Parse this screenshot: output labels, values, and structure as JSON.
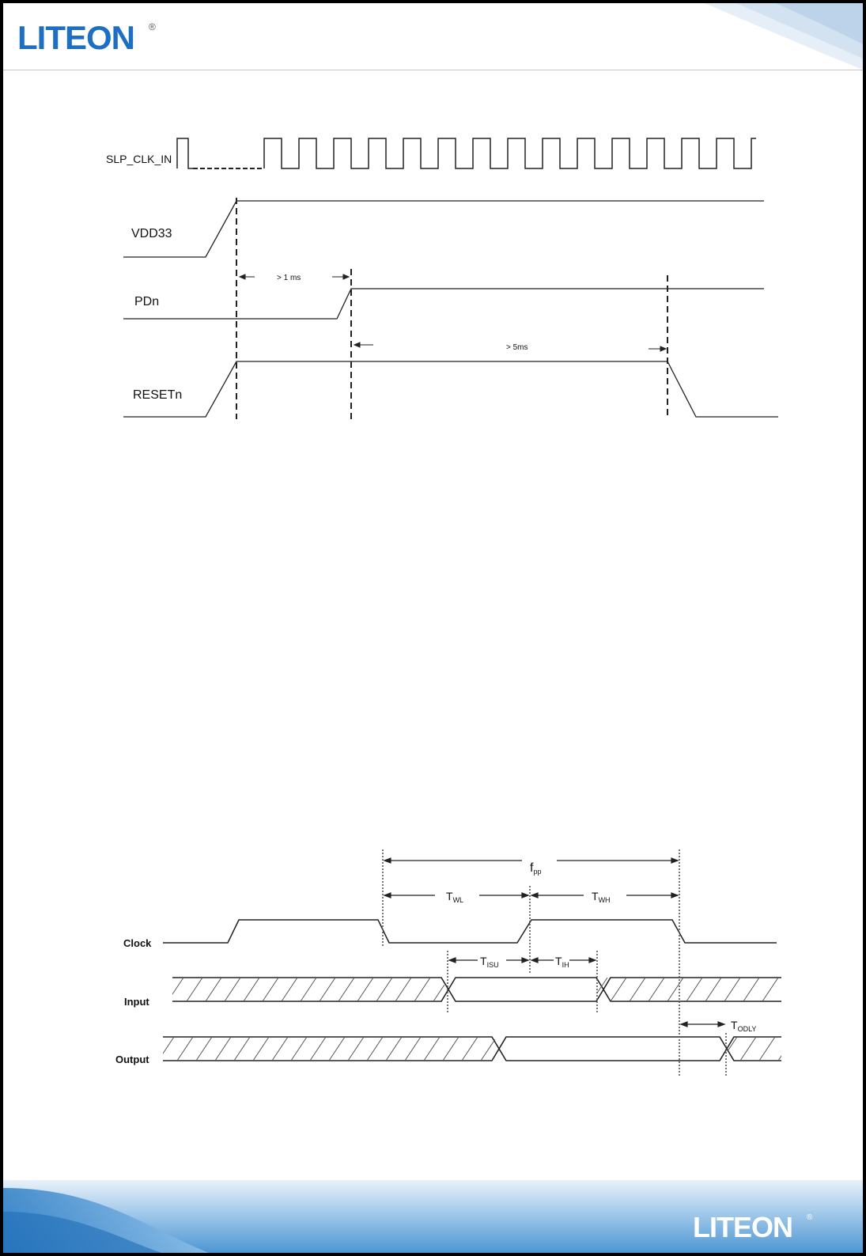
{
  "brand": {
    "logo_text": "LITEON",
    "registered_mark": "®",
    "primary_color": "#1c6fc4",
    "footer_color": "#3f8fd0"
  },
  "power_on_sequence": {
    "signals": {
      "slp_clk": "SLP_CLK_IN",
      "vdd": "VDD33",
      "pdn": "PDn",
      "reset": "RESETn"
    },
    "timing": {
      "pdn_delay": "> 1 ms",
      "reset_delay": "> 5ms"
    }
  },
  "io_timing": {
    "signals": {
      "clock": "Clock",
      "input": "Input",
      "output": "Output"
    },
    "params": {
      "fpp": {
        "main": "f",
        "sub": "pp"
      },
      "twl": {
        "main": "T",
        "sub": "WL"
      },
      "twh": {
        "main": "T",
        "sub": "WH"
      },
      "tisu": {
        "main": "T",
        "sub": "ISU"
      },
      "tih": {
        "main": "T",
        "sub": "IH"
      },
      "todly": {
        "main": "T",
        "sub": "ODLY"
      }
    }
  }
}
